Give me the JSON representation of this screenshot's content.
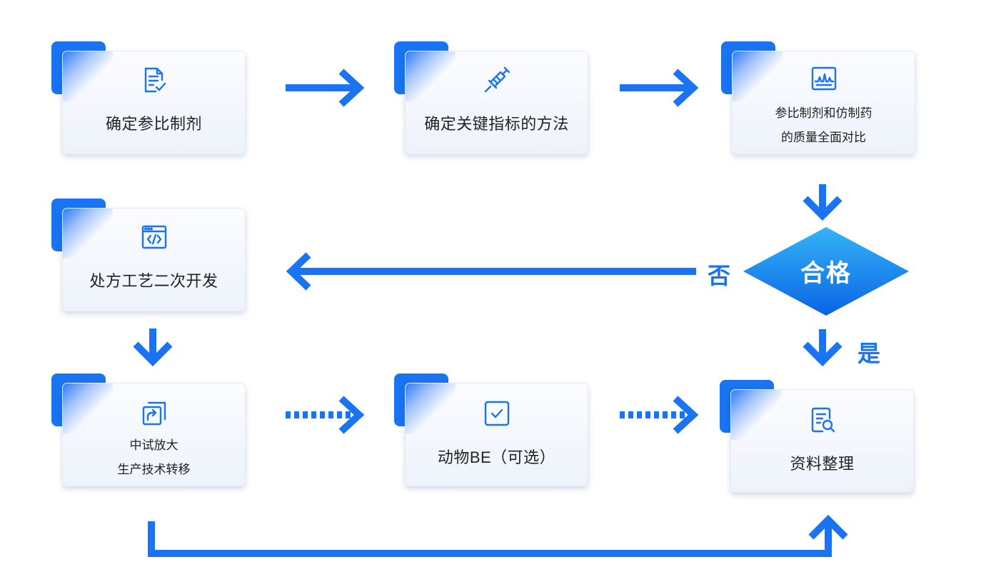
{
  "colors": {
    "accent": "#1a73f0",
    "text": "#222222"
  },
  "nodes": {
    "n1": {
      "label": "确定参比制剂",
      "icon": "document-check-icon"
    },
    "n2": {
      "label": "确定关键指标的方法",
      "icon": "syringe-icon"
    },
    "n3": {
      "line1": "参比制剂和仿制药",
      "line2": "的质量全面对比",
      "icon": "chart-compare-icon"
    },
    "n4": {
      "label": "处方工艺二次开发",
      "icon": "code-window-icon"
    },
    "n5": {
      "line1": "中试放大",
      "line2": "生产技术转移",
      "icon": "transfer-icon"
    },
    "n6": {
      "label": "动物BE（可选）",
      "icon": "checkbox-icon"
    },
    "n7": {
      "label": "资料整理",
      "icon": "document-search-icon"
    }
  },
  "decision": {
    "label": "合格",
    "no_label": "否",
    "yes_label": "是"
  }
}
